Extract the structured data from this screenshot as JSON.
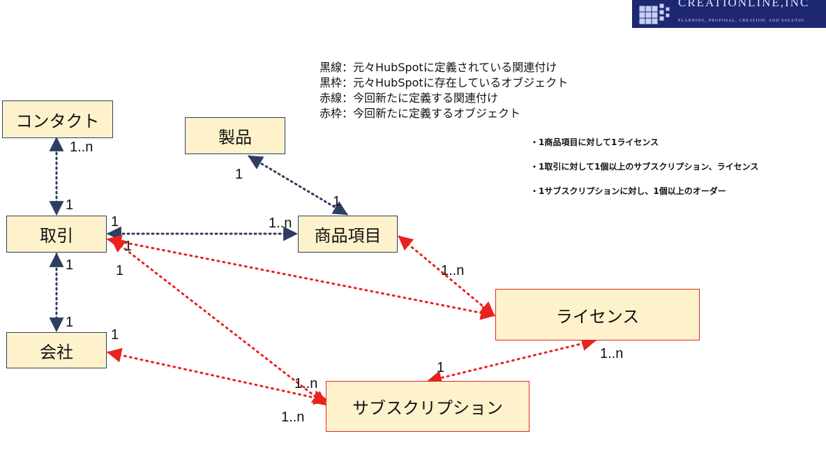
{
  "logo": {
    "name": "CREATIONLINE,INC",
    "tagline": "PLANNING, PROPOSAL, CREATION, AND SOLUTIO"
  },
  "legend": [
    "黒線：元々HubSpotに定義されている関連付け",
    "黒枠：元々HubSpotに存在しているオブジェクト",
    "赤線：今回新たに定義する関連付け",
    "赤枠：今回新たに定義するオブジェクト"
  ],
  "notes": [
    "・1商品項目に対して1ライセンス",
    "・1取引に対して1個以上のサブスクリプション、ライセンス",
    "・1サブスクリプションに対し、1個以上のオーダー"
  ],
  "entities": {
    "contact": "コンタクト",
    "deal": "取引",
    "company": "会社",
    "product": "製品",
    "line_item": "商品項目",
    "license": "ライセンス",
    "subscription": "サブスクリプション"
  },
  "cardinalities": {
    "contact_deal_contact_end": "1..n",
    "contact_deal_deal_end": "1",
    "product_lineitem_product_end": "1",
    "product_lineitem_lineitem_end": "1",
    "deal_lineitem_deal_end": "1",
    "deal_lineitem_lineitem_end": "1..n",
    "deal_company_deal_end": "1",
    "deal_company_company_end": "1",
    "deal_license_deal_end": "1",
    "deal_subscription_deal_end": "1",
    "lineitem_license_end": "1..n",
    "company_subscription_company_end": "1",
    "company_subscription_sub_end": "1..n",
    "deal_subscription_sub_end": "1..n",
    "license_subscription_license_end": "1..n",
    "license_subscription_sub_end": "1"
  },
  "colors": {
    "existing": "#2e3e5e",
    "new": "#e8231e",
    "box_fill": "#fdf2cc",
    "logo_bg": "#1d2870"
  }
}
